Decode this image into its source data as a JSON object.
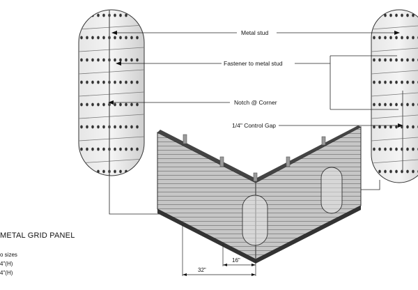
{
  "callouts": {
    "metal_stud": "Metal stud",
    "fastener": "Fastener to metal stud",
    "notch": "Notch @ Corner",
    "control_gap": "1/4\" Control Gap"
  },
  "dimensions": {
    "d16": "16\"",
    "d32": "32\""
  },
  "legend": {
    "title": "METAL GRID PANEL",
    "sizes_label": "o sizes",
    "size_1": "4\"(H)",
    "size_2": "4\"(H)"
  },
  "colors": {
    "panel_face": "#c9c9c9",
    "panel_dark": "#3a3a3a",
    "stud": "#9a9a9a",
    "line": "#111111"
  }
}
